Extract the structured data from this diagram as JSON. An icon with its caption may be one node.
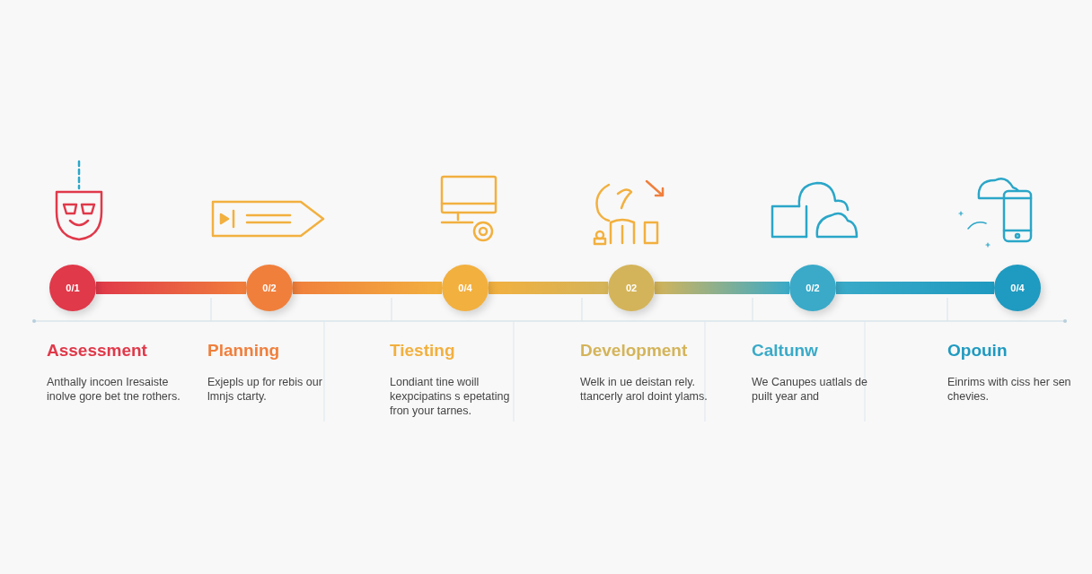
{
  "diagram": {
    "nodes": [
      {
        "text": [
          "0/1"
        ],
        "beside": [
          "Assessment",
          "Anthally incoen Iresaiste inolve gore bet tne rothers."
        ]
      },
      {
        "text": [
          "0/2"
        ],
        "beside": [
          "Planning",
          "Exjepls up for rebis our lmnjs ctarty."
        ]
      },
      {
        "text": [
          "0/4"
        ],
        "beside": [
          "Tiesting",
          "Londiant tine woill kexpcipatins s epetating fron your tarnes."
        ]
      },
      {
        "text": [
          "02"
        ],
        "beside": [
          "Development",
          "Welk in ue deistan rely. ttancerly arol doint ylams."
        ]
      },
      {
        "text": [
          "0/2"
        ],
        "beside": [
          "Caltunw",
          "We Canupes uatlals de puilt year and"
        ]
      },
      {
        "text": [
          "0/4"
        ],
        "beside": [
          "Opouin",
          "Einrims with ciss her sen chevies."
        ]
      }
    ],
    "edges": [
      {
        "from": 0,
        "to": 1,
        "arrow": "none"
      },
      {
        "from": 1,
        "to": 2,
        "arrow": "none"
      },
      {
        "from": 2,
        "to": 3,
        "arrow": "none"
      },
      {
        "from": 3,
        "to": 4,
        "arrow": "none"
      },
      {
        "from": 4,
        "to": 5,
        "arrow": "none"
      }
    ]
  }
}
